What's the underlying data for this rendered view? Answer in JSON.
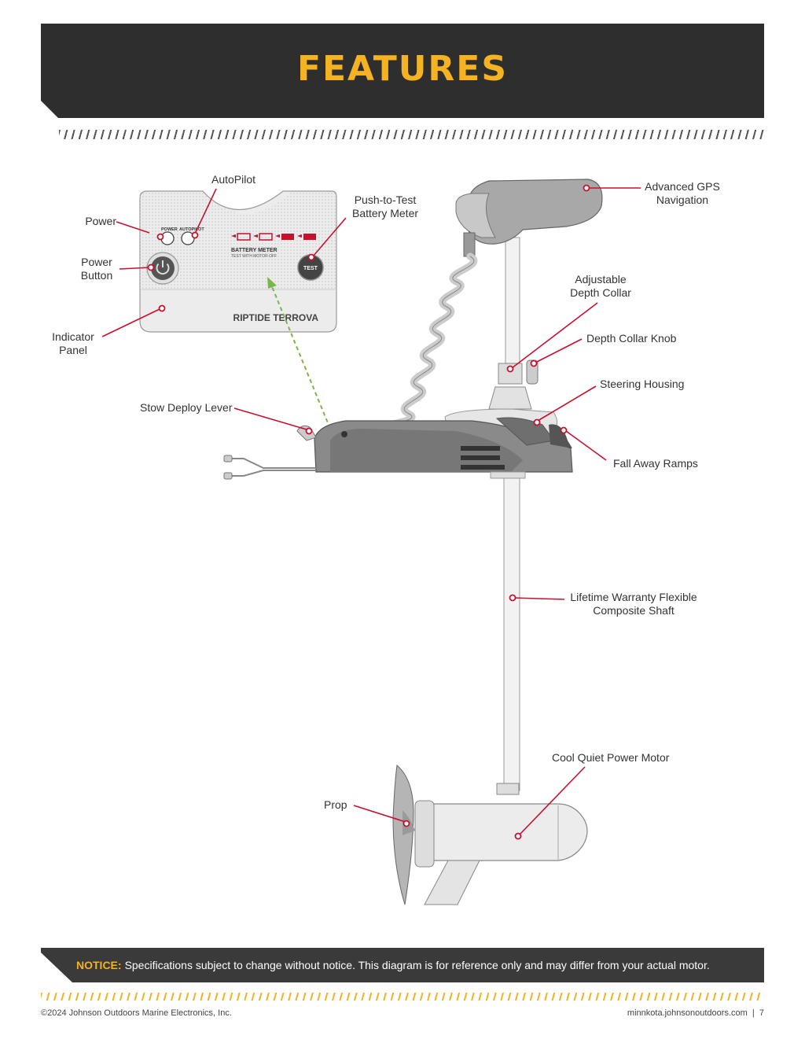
{
  "header": {
    "title": "FEATURES"
  },
  "labels": {
    "autopilot": "AutoPilot",
    "power": "Power",
    "power_button": "Power\nButton",
    "indicator_panel": "Indicator\nPanel",
    "push_to_test": "Push-to-Test\nBattery Meter",
    "advanced_gps": "Advanced GPS\nNavigation",
    "adjustable_depth_collar": "Adjustable\nDepth Collar",
    "depth_collar_knob": "Depth Collar Knob",
    "steering_housing": "Steering Housing",
    "stow_deploy_lever": "Stow Deploy Lever",
    "fall_away_ramps": "Fall Away Ramps",
    "lifetime_shaft": "Lifetime Warranty Flexible\nComposite Shaft",
    "cool_quiet_motor": "Cool Quiet Power Motor",
    "prop": "Prop"
  },
  "panel": {
    "power_small": "POWER",
    "autopilot_small": "AUTOPILOT",
    "battery_meter": "BATTERY METER",
    "test_with_motor_off": "TEST WITH MOTOR OFF",
    "test_button": "TEST",
    "brand": "RIPTIDE TERROVA"
  },
  "notice": {
    "label": "NOTICE:",
    "text": "Specifications subject to change without notice. This diagram is for reference only and may differ from your actual motor."
  },
  "footer": {
    "copyright": "©2024 Johnson Outdoors Marine Electronics, Inc.",
    "site_page": "minnkota.johnsonoutdoors.com  |  7"
  },
  "colors": {
    "banner": "#2e2e2e",
    "accent": "#f5b223",
    "callout": "#c8102e",
    "arrow": "#7ab648"
  }
}
